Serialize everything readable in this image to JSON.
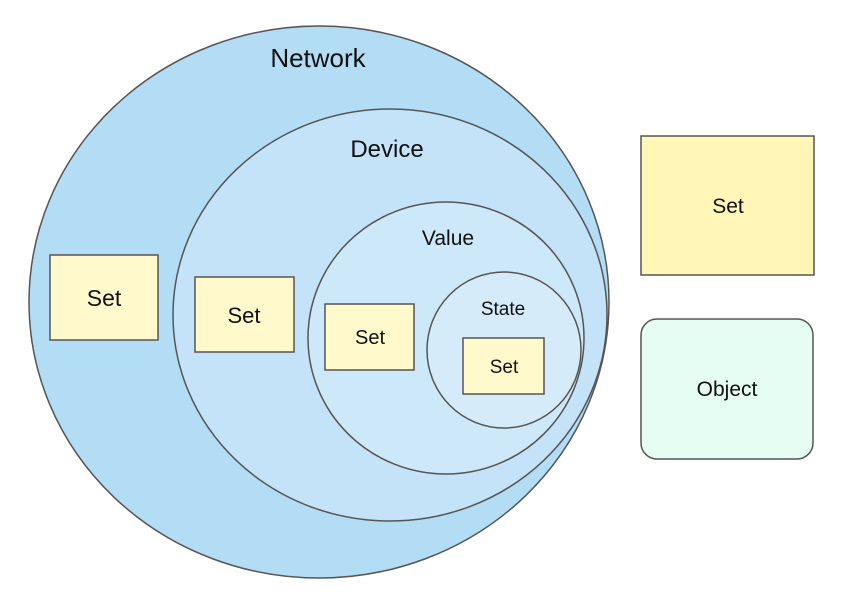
{
  "diagram": {
    "circles": {
      "network": {
        "label": "Network",
        "fill": "#b3dcf5"
      },
      "device": {
        "label": "Device",
        "fill": "#c4e3f8"
      },
      "value": {
        "label": "Value",
        "fill": "#cde8f9"
      },
      "state": {
        "label": "State",
        "fill": "#d6ebfa"
      }
    },
    "sets": {
      "network_set": "Set",
      "device_set": "Set",
      "value_set": "Set",
      "state_set": "Set"
    },
    "legend": {
      "set": {
        "label": "Set",
        "fill": "#fff6b8"
      },
      "object": {
        "label": "Object",
        "fill": "#e6fdf3"
      }
    },
    "colors": {
      "stroke": "#555555",
      "set_fill": "#fff9cc"
    }
  }
}
